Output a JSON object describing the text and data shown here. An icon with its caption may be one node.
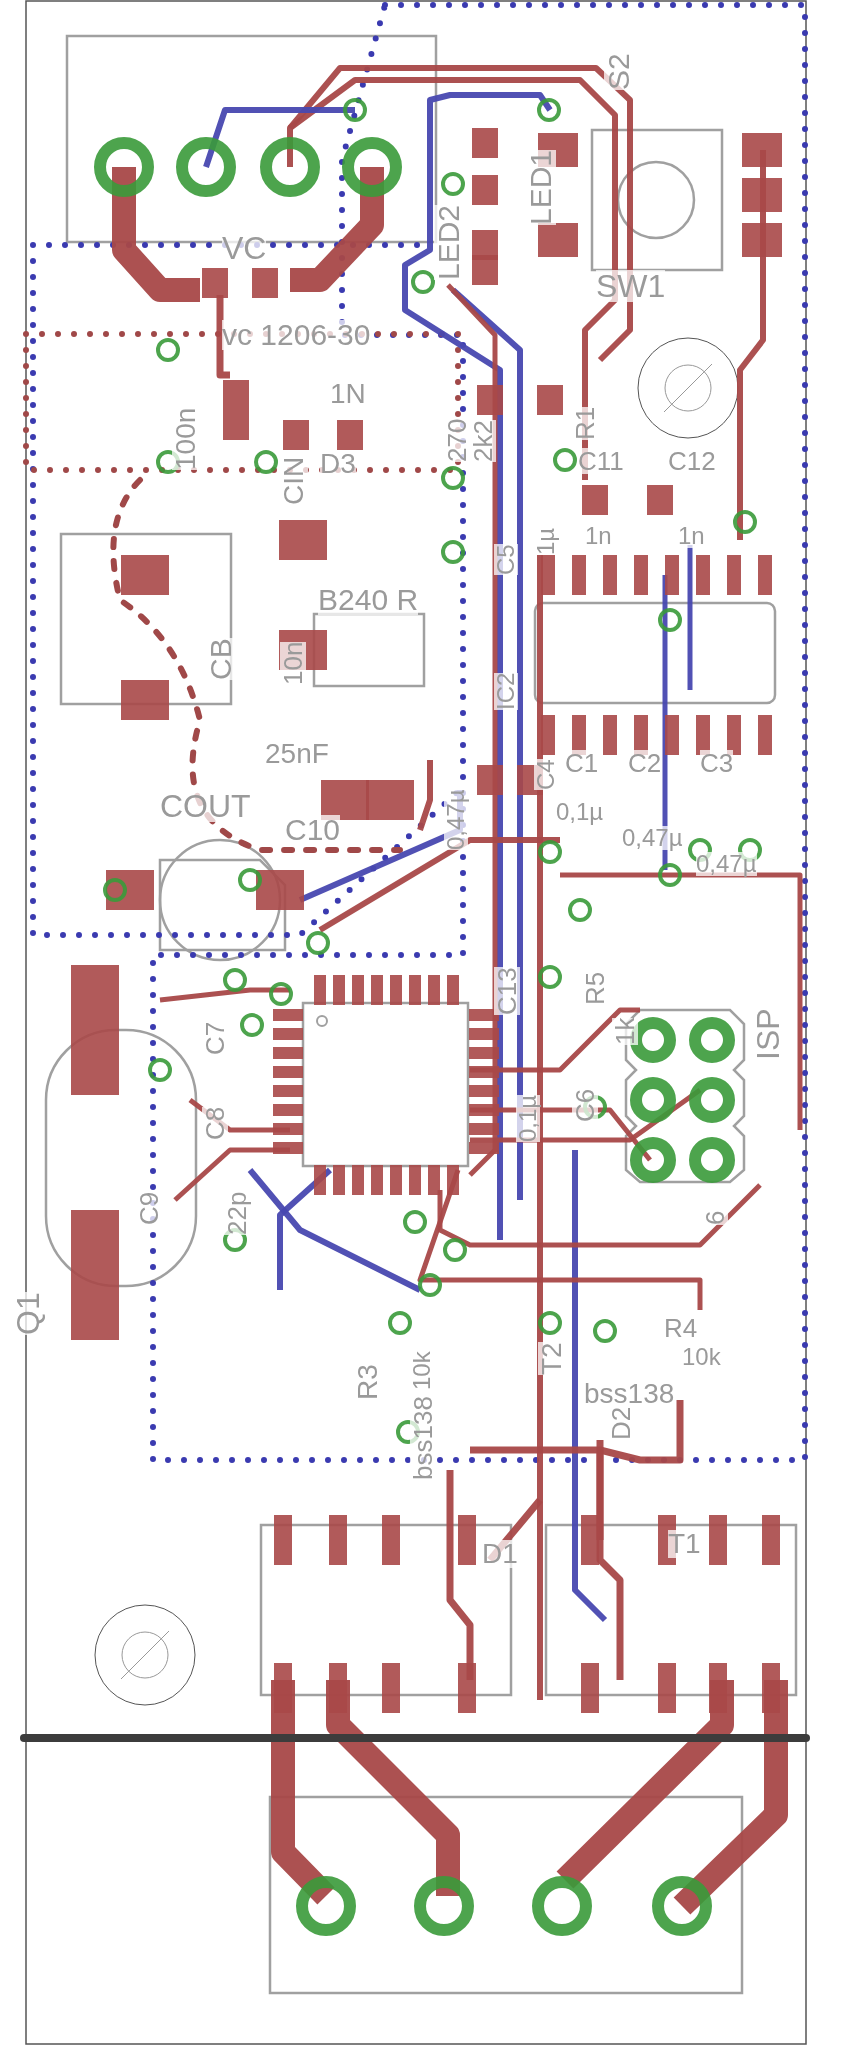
{
  "diagram": {
    "labels": [
      "S2",
      "LED1",
      "LED2",
      "SW1",
      "VC",
      "vc 1206-30",
      "1N",
      "100n",
      "CIN",
      "D3",
      "270",
      "2k2",
      "R1",
      "C11",
      "C12",
      "1n",
      "1n",
      "B240 R",
      "CB",
      "10n",
      "C5",
      "1µ",
      "IC2",
      "C4",
      "0,47µ",
      "25nF",
      "C1",
      "C2",
      "C3",
      "COUT",
      "0,1µ",
      "0,47µ",
      "0,47µ",
      "C10",
      "C7",
      "C13",
      "R5",
      "1k",
      "ISP",
      "C8",
      "C6",
      "0,1µ",
      "C9",
      "22p",
      "6",
      "R4",
      "10k",
      "T2",
      "R3",
      "10k",
      "bss138",
      "Q1",
      "bss138",
      "D2",
      "T1",
      "D1"
    ]
  }
}
